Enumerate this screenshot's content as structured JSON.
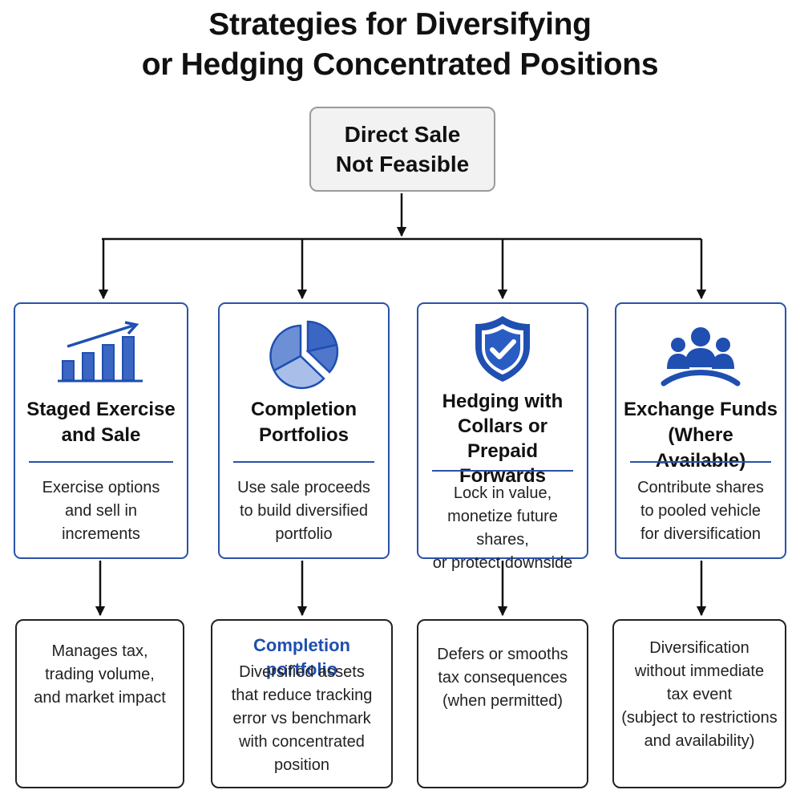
{
  "title": {
    "line1": "Strategies for Diversifying",
    "line2": "or Hedging Concentrated Positions"
  },
  "root": {
    "line1": "Direct Sale",
    "line2": "Not Feasible"
  },
  "strategies": [
    {
      "icon": "bar-chart-growth-icon",
      "title": [
        "Staged Exercise",
        "and Sale"
      ],
      "desc": [
        "Exercise options",
        "and sell in",
        "increments"
      ],
      "outcome": [
        "Manages tax,",
        "trading volume,",
        "and market impact"
      ]
    },
    {
      "icon": "pie-chart-icon",
      "title": [
        "Completion",
        "Portfolios"
      ],
      "desc": [
        "Use sale proceeds",
        "to build diversified",
        "portfolio"
      ],
      "outcome_heading": "Completion portfolio",
      "outcome": [
        "Diversified assets",
        "that reduce tracking",
        "error vs benchmark",
        "with concentrated",
        "position"
      ]
    },
    {
      "icon": "shield-check-icon",
      "title": [
        "Hedging with",
        "Collars or",
        "Prepaid Forwards"
      ],
      "desc": [
        "Lock in value,",
        "monetize future shares,",
        "or protect downside"
      ],
      "outcome": [
        "Defers or smooths",
        "tax consequences",
        "(when permitted)"
      ]
    },
    {
      "icon": "group-people-icon",
      "title": [
        "Exchange Funds",
        "(Where Available)"
      ],
      "desc": [
        "Contribute shares",
        "to pooled vehicle",
        "for diversification"
      ],
      "outcome": [
        "Diversification",
        "without immediate",
        "tax event",
        "(subject to restrictions",
        "and availability)"
      ]
    }
  ],
  "colors": {
    "accent": "#2a52a8",
    "icon_blue": "#1f4fb0",
    "root_fill": "#f2f2f2",
    "root_border": "#9a9a9a"
  }
}
